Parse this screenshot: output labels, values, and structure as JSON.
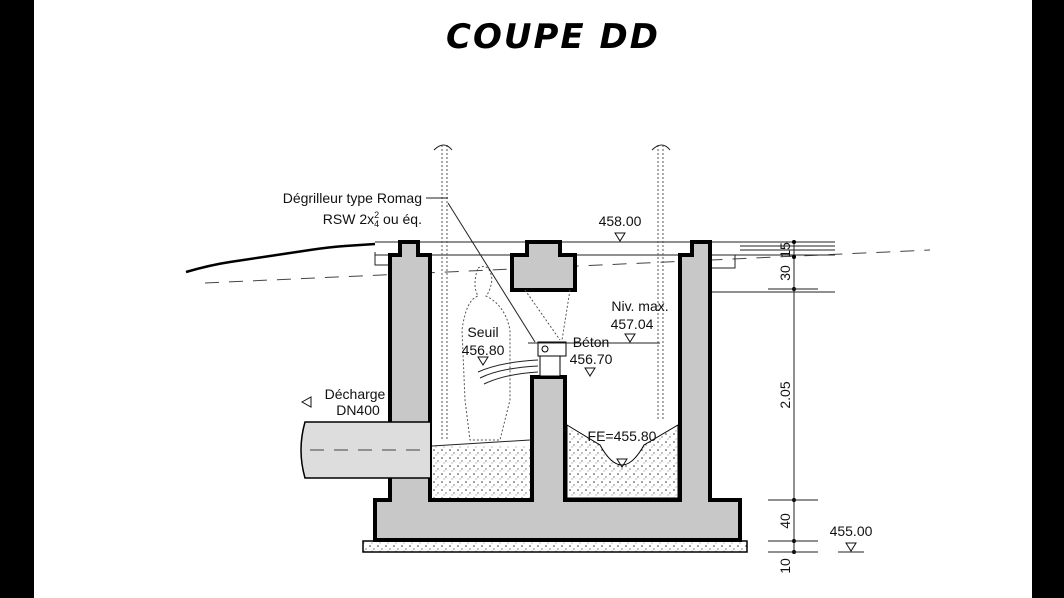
{
  "title": "COUPE DD",
  "labels": {
    "screen_line1": "Dégrilleur type Romag",
    "screen_line2_prefix": "RSW 2x",
    "screen_line2_sup": "2",
    "screen_line2_sub": "4",
    "screen_line2_suffix": " ou éq.",
    "top_level": "458.00",
    "max_level_label": "Niv. max.",
    "max_level_value": "457.04",
    "weir_label": "Seuil",
    "weir_value": "456.80",
    "concrete_label": "Béton",
    "concrete_value": "456.70",
    "discharge_label": "Décharge",
    "discharge_pipe": "DN400",
    "invert_level": "FE=455.80",
    "base_level": "455.00"
  },
  "dimensions": [
    "15",
    "30",
    "2.05",
    "40",
    "10"
  ],
  "colors": {
    "concrete": "#c8c8c8",
    "frame": "#000000"
  }
}
